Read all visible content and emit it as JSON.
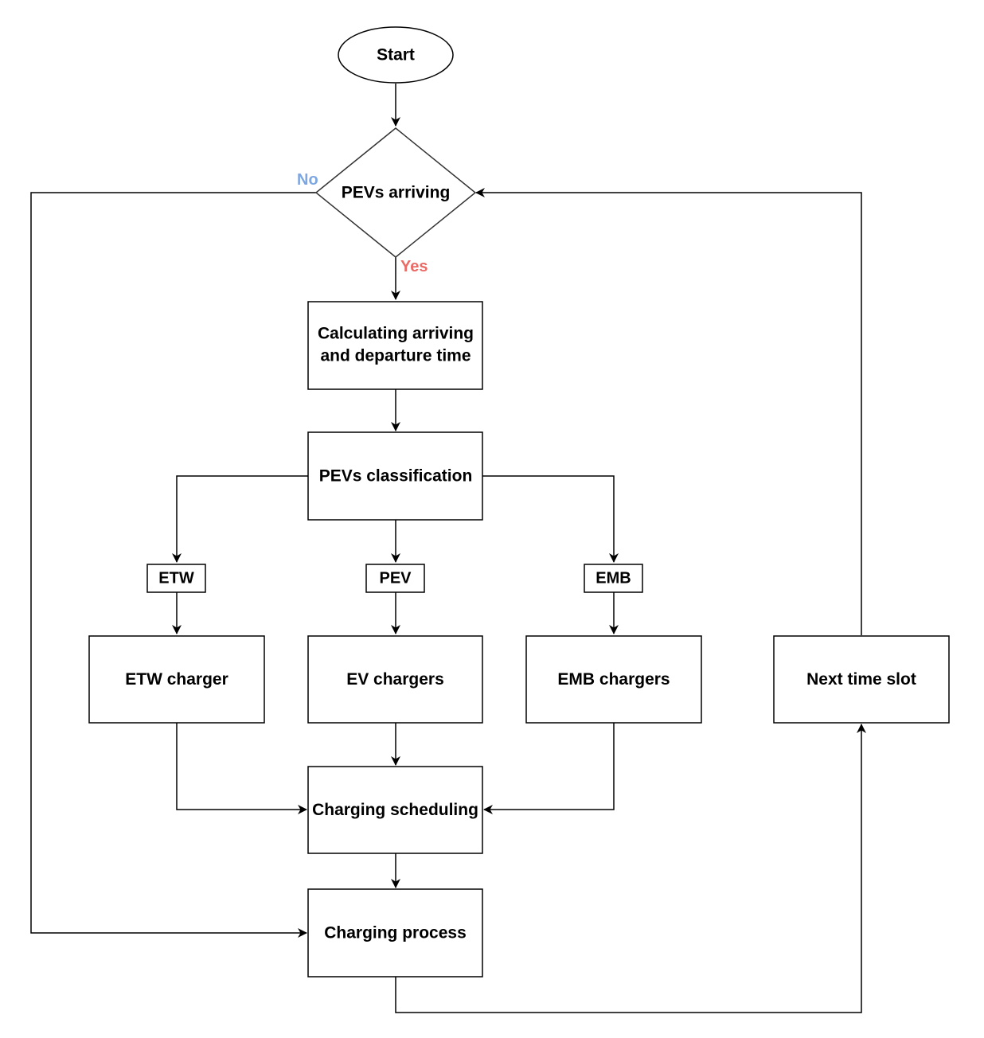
{
  "colors": {
    "yes_label": "#ea6b66",
    "no_label": "#7ea6e0",
    "stroke": "#000000",
    "background": "#ffffff"
  },
  "nodes": {
    "start": {
      "label": "Start"
    },
    "pevs_arriving": {
      "label": "PEVs arriving"
    },
    "calculating": {
      "lines": [
        "Calculating arriving",
        "and departure time"
      ]
    },
    "classification": {
      "label": "PEVs classification"
    },
    "etw": {
      "label": "ETW"
    },
    "pev": {
      "label": "PEV"
    },
    "emb": {
      "label": "EMB"
    },
    "etw_charger": {
      "label": "ETW charger"
    },
    "ev_chargers": {
      "label": "EV chargers"
    },
    "emb_chargers": {
      "label": "EMB chargers"
    },
    "next_time_slot": {
      "label": "Next time slot"
    },
    "charging_scheduling": {
      "label": "Charging scheduling"
    },
    "charging_process": {
      "label": "Charging process"
    }
  },
  "edge_labels": {
    "yes": "Yes",
    "no": "No"
  }
}
